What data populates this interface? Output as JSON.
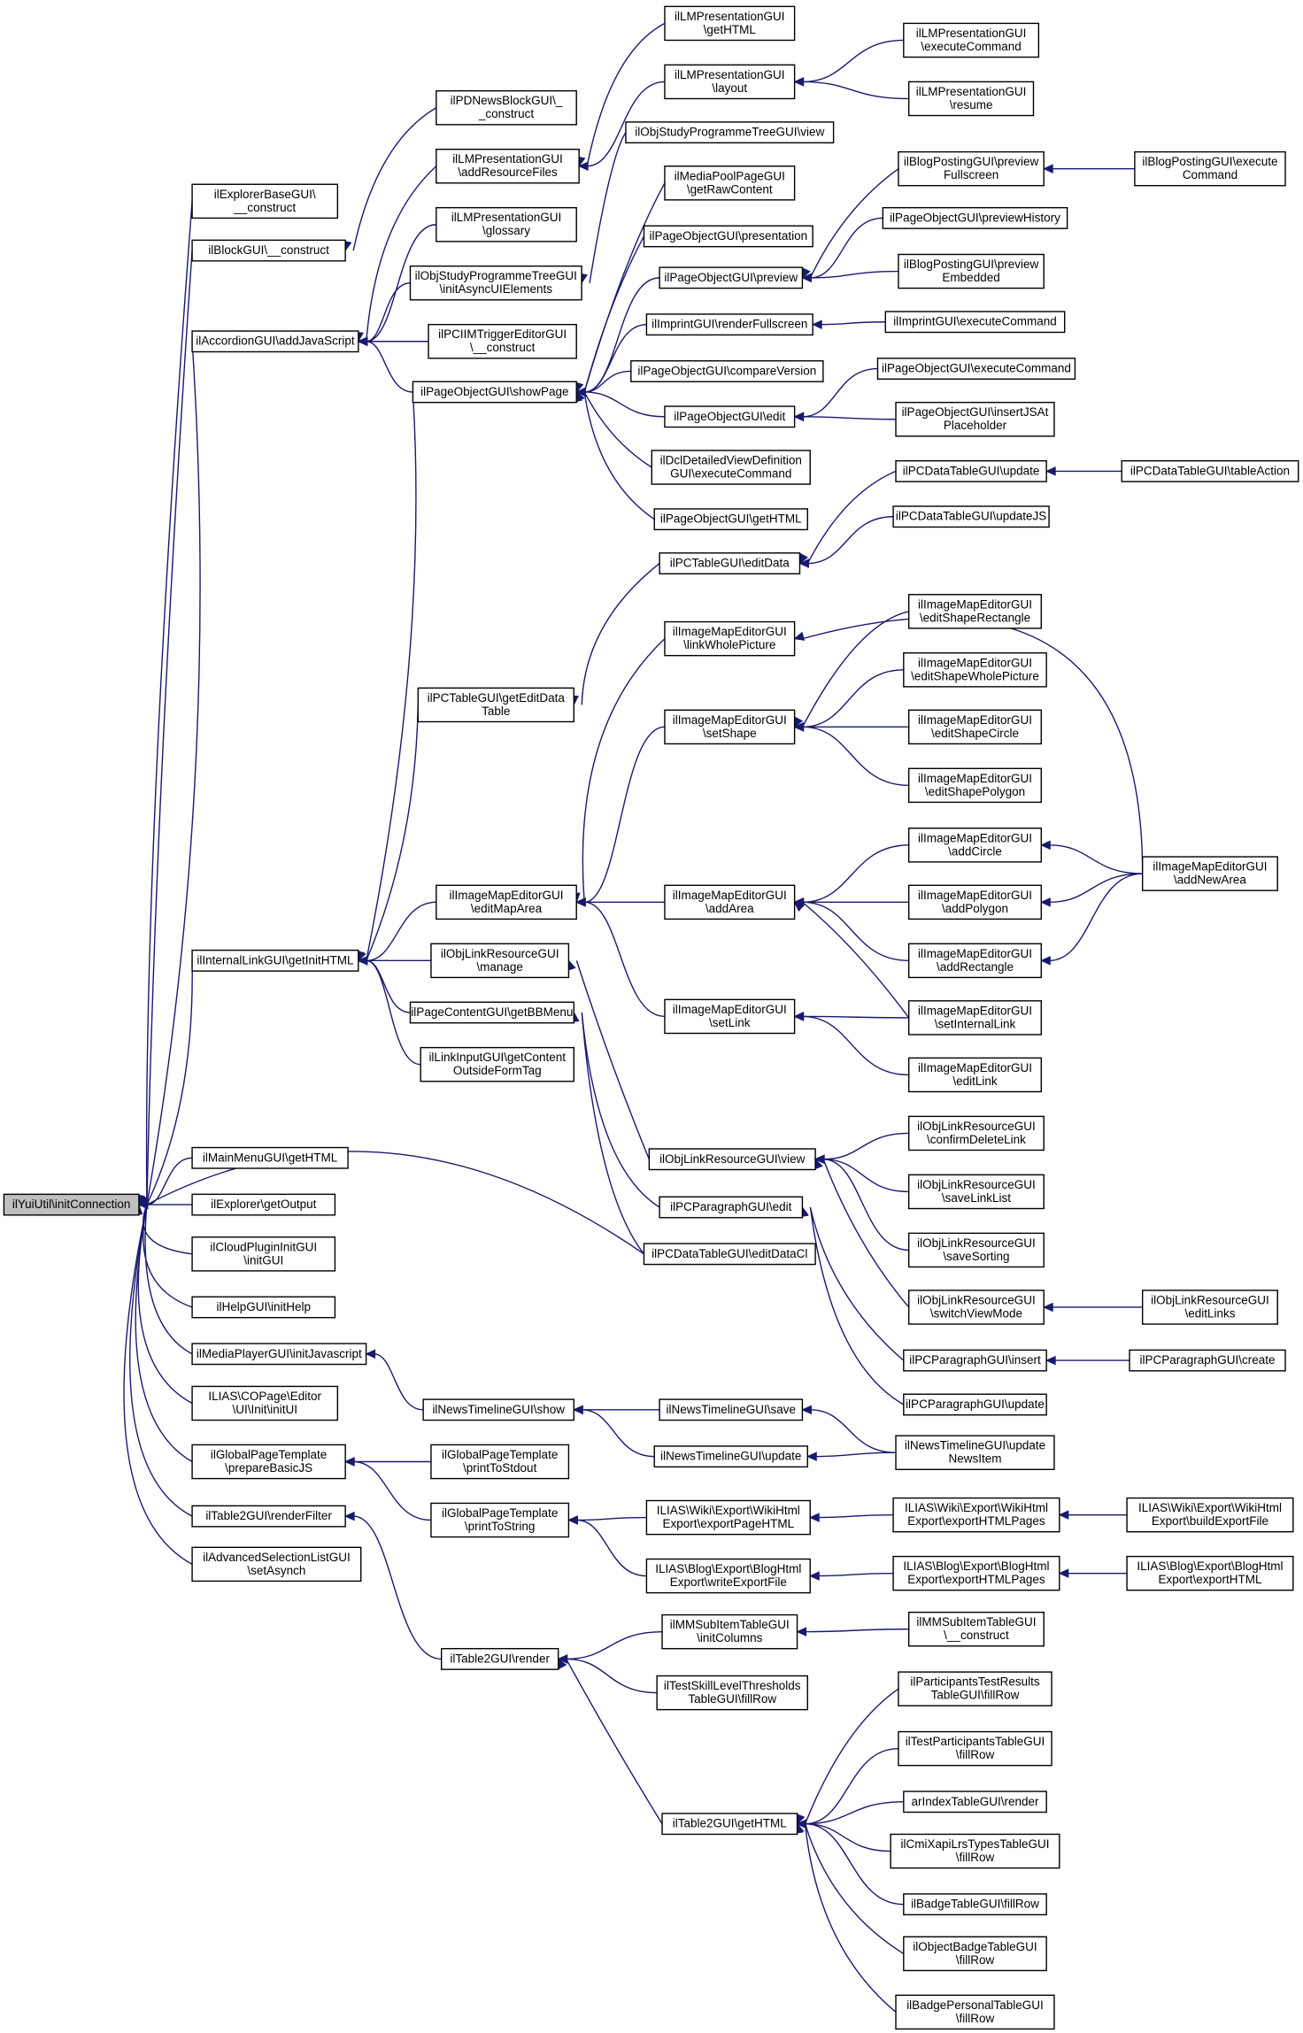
{
  "diagram": {
    "root": "n0",
    "nodes": [
      {
        "id": "n0",
        "lines": [
          "ilYuiUtil\\initConnection"
        ]
      },
      {
        "id": "n1",
        "lines": [
          "ilExplorerBaseGUI\\",
          "__construct"
        ]
      },
      {
        "id": "n2",
        "lines": [
          "ilBlockGUI\\__construct"
        ]
      },
      {
        "id": "n3",
        "lines": [
          "ilAccordionGUI\\addJavaScript"
        ]
      },
      {
        "id": "n4",
        "lines": [
          "ilInternalLinkGUI\\getInitHTML"
        ]
      },
      {
        "id": "n5",
        "lines": [
          "ilMainMenuGUI\\getHTML"
        ]
      },
      {
        "id": "n6",
        "lines": [
          "ilExplorer\\getOutput"
        ]
      },
      {
        "id": "n7",
        "lines": [
          "ilCloudPluginInitGUI",
          "\\initGUI"
        ]
      },
      {
        "id": "n8",
        "lines": [
          "ilHelpGUI\\initHelp"
        ]
      },
      {
        "id": "n9",
        "lines": [
          "ilMediaPlayerGUI\\initJavascript"
        ]
      },
      {
        "id": "n10",
        "lines": [
          "ILIAS\\COPage\\Editor",
          "\\UI\\Init\\initUI"
        ]
      },
      {
        "id": "n11",
        "lines": [
          "ilGlobalPageTemplate",
          "\\prepareBasicJS"
        ]
      },
      {
        "id": "n12",
        "lines": [
          "ilTable2GUI\\renderFilter"
        ]
      },
      {
        "id": "n13",
        "lines": [
          "ilAdvancedSelectionListGUI",
          "\\setAsynch"
        ]
      },
      {
        "id": "n14",
        "lines": [
          "ilPDNewsBlockGUI\\_",
          "_construct"
        ]
      },
      {
        "id": "n15",
        "lines": [
          "ilLMPresentationGUI",
          "\\addResourceFiles"
        ]
      },
      {
        "id": "n16",
        "lines": [
          "ilLMPresentationGUI",
          "\\glossary"
        ]
      },
      {
        "id": "n17",
        "lines": [
          "ilObjStudyProgrammeTreeGUI",
          "\\initAsyncUIElements"
        ]
      },
      {
        "id": "n18",
        "lines": [
          "ilPCIIMTriggerEditorGUI",
          "\\__construct"
        ]
      },
      {
        "id": "n19",
        "lines": [
          "ilPageObjectGUI\\showPage"
        ]
      },
      {
        "id": "n20",
        "lines": [
          "ilPCTableGUI\\getEditData",
          "Table"
        ]
      },
      {
        "id": "n21",
        "lines": [
          "ilImageMapEditorGUI",
          "\\editMapArea"
        ]
      },
      {
        "id": "n22",
        "lines": [
          "ilObjLinkResourceGUI",
          "\\manage"
        ]
      },
      {
        "id": "n23",
        "lines": [
          "ilPageContentGUI\\getBBMenu"
        ]
      },
      {
        "id": "n24",
        "lines": [
          "ilLinkInputGUI\\getContent",
          "OutsideFormTag"
        ]
      },
      {
        "id": "n25",
        "lines": [
          "ilNewsTimelineGUI\\show"
        ]
      },
      {
        "id": "n26",
        "lines": [
          "ilGlobalPageTemplate",
          "\\printToStdout"
        ]
      },
      {
        "id": "n27",
        "lines": [
          "ilGlobalPageTemplate",
          "\\printToString"
        ]
      },
      {
        "id": "n28",
        "lines": [
          "ilTable2GUI\\render"
        ]
      },
      {
        "id": "n29",
        "lines": [
          "ilLMPresentationGUI",
          "\\getHTML"
        ]
      },
      {
        "id": "n30",
        "lines": [
          "ilLMPresentationGUI",
          "\\layout"
        ]
      },
      {
        "id": "n31",
        "lines": [
          "ilObjStudyProgrammeTreeGUI\\view"
        ]
      },
      {
        "id": "n32",
        "lines": [
          "ilMediaPoolPageGUI",
          "\\getRawContent"
        ]
      },
      {
        "id": "n33",
        "lines": [
          "ilPageObjectGUI\\presentation"
        ]
      },
      {
        "id": "n34",
        "lines": [
          "ilPageObjectGUI\\preview"
        ]
      },
      {
        "id": "n35",
        "lines": [
          "ilImprintGUI\\renderFullscreen"
        ]
      },
      {
        "id": "n36",
        "lines": [
          "ilPageObjectGUI\\compareVersion"
        ]
      },
      {
        "id": "n37",
        "lines": [
          "ilPageObjectGUI\\edit"
        ]
      },
      {
        "id": "n38",
        "lines": [
          "ilDclDetailedViewDefinition",
          "GUI\\executeCommand"
        ]
      },
      {
        "id": "n39",
        "lines": [
          "ilPageObjectGUI\\getHTML"
        ]
      },
      {
        "id": "n40",
        "lines": [
          "ilPCTableGUI\\editData"
        ]
      },
      {
        "id": "n41",
        "lines": [
          "ilImageMapEditorGUI",
          "\\linkWholePicture"
        ]
      },
      {
        "id": "n42",
        "lines": [
          "ilImageMapEditorGUI",
          "\\setShape"
        ]
      },
      {
        "id": "n43",
        "lines": [
          "ilImageMapEditorGUI",
          "\\addArea"
        ]
      },
      {
        "id": "n44",
        "lines": [
          "ilImageMapEditorGUI",
          "\\setLink"
        ]
      },
      {
        "id": "n45",
        "lines": [
          "ilObjLinkResourceGUI\\view"
        ]
      },
      {
        "id": "n46",
        "lines": [
          "ilPCParagraphGUI\\edit"
        ]
      },
      {
        "id": "n47",
        "lines": [
          "ilPCDataTableGUI\\editDataCl"
        ]
      },
      {
        "id": "n48",
        "lines": [
          "ilNewsTimelineGUI\\save"
        ]
      },
      {
        "id": "n49",
        "lines": [
          "ilNewsTimelineGUI\\update"
        ]
      },
      {
        "id": "n50",
        "lines": [
          "ILIAS\\Wiki\\Export\\WikiHtml",
          "Export\\exportPageHTML"
        ]
      },
      {
        "id": "n51",
        "lines": [
          "ILIAS\\Blog\\Export\\BlogHtml",
          "Export\\writeExportFile"
        ]
      },
      {
        "id": "n52",
        "lines": [
          "ilMMSubItemTableGUI",
          "\\initColumns"
        ]
      },
      {
        "id": "n53",
        "lines": [
          "ilTestSkillLevelThresholds",
          "TableGUI\\fillRow"
        ]
      },
      {
        "id": "n54",
        "lines": [
          "ilTable2GUI\\getHTML"
        ]
      },
      {
        "id": "n55",
        "lines": [
          "ilLMPresentationGUI",
          "\\executeCommand"
        ]
      },
      {
        "id": "n56",
        "lines": [
          "ilLMPresentationGUI",
          "\\resume"
        ]
      },
      {
        "id": "n57",
        "lines": [
          "ilBlogPostingGUI\\preview",
          "Fullscreen"
        ]
      },
      {
        "id": "n58",
        "lines": [
          "ilPageObjectGUI\\previewHistory"
        ]
      },
      {
        "id": "n59",
        "lines": [
          "ilBlogPostingGUI\\preview",
          "Embedded"
        ]
      },
      {
        "id": "n60",
        "lines": [
          "ilImprintGUI\\executeCommand"
        ]
      },
      {
        "id": "n61",
        "lines": [
          "ilPageObjectGUI\\executeCommand"
        ]
      },
      {
        "id": "n62",
        "lines": [
          "ilPageObjectGUI\\insertJSAt",
          "Placeholder"
        ]
      },
      {
        "id": "n63",
        "lines": [
          "ilPCDataTableGUI\\update"
        ]
      },
      {
        "id": "n64",
        "lines": [
          "ilPCDataTableGUI\\updateJS"
        ]
      },
      {
        "id": "n65",
        "lines": [
          "ilImageMapEditorGUI",
          "\\editShapeRectangle"
        ]
      },
      {
        "id": "n66",
        "lines": [
          "ilImageMapEditorGUI",
          "\\editShapeWholePicture"
        ]
      },
      {
        "id": "n67",
        "lines": [
          "ilImageMapEditorGUI",
          "\\editShapeCircle"
        ]
      },
      {
        "id": "n68",
        "lines": [
          "ilImageMapEditorGUI",
          "\\editShapePolygon"
        ]
      },
      {
        "id": "n69",
        "lines": [
          "ilImageMapEditorGUI",
          "\\addCircle"
        ]
      },
      {
        "id": "n70",
        "lines": [
          "ilImageMapEditorGUI",
          "\\addPolygon"
        ]
      },
      {
        "id": "n71",
        "lines": [
          "ilImageMapEditorGUI",
          "\\addRectangle"
        ]
      },
      {
        "id": "n72",
        "lines": [
          "ilImageMapEditorGUI",
          "\\setInternalLink"
        ]
      },
      {
        "id": "n73",
        "lines": [
          "ilImageMapEditorGUI",
          "\\editLink"
        ]
      },
      {
        "id": "n74",
        "lines": [
          "ilObjLinkResourceGUI",
          "\\confirmDeleteLink"
        ]
      },
      {
        "id": "n75",
        "lines": [
          "ilObjLinkResourceGUI",
          "\\saveLinkList"
        ]
      },
      {
        "id": "n76",
        "lines": [
          "ilObjLinkResourceGUI",
          "\\saveSorting"
        ]
      },
      {
        "id": "n77",
        "lines": [
          "ilObjLinkResourceGUI",
          "\\switchViewMode"
        ]
      },
      {
        "id": "n78",
        "lines": [
          "ilPCParagraphGUI\\insert"
        ]
      },
      {
        "id": "n79",
        "lines": [
          "ilPCParagraphGUI\\update"
        ]
      },
      {
        "id": "n80",
        "lines": [
          "ilNewsTimelineGUI\\update",
          "NewsItem"
        ]
      },
      {
        "id": "n81",
        "lines": [
          "ILIAS\\Wiki\\Export\\WikiHtml",
          "Export\\exportHTMLPages"
        ]
      },
      {
        "id": "n82",
        "lines": [
          "ILIAS\\Blog\\Export\\BlogHtml",
          "Export\\exportHTMLPages"
        ]
      },
      {
        "id": "n83",
        "lines": [
          "ilMMSubItemTableGUI",
          "\\__construct"
        ]
      },
      {
        "id": "n84",
        "lines": [
          "ilParticipantsTestResults",
          "TableGUI\\fillRow"
        ]
      },
      {
        "id": "n85",
        "lines": [
          "ilTestParticipantsTableGUI",
          "\\fillRow"
        ]
      },
      {
        "id": "n86",
        "lines": [
          "arIndexTableGUI\\render"
        ]
      },
      {
        "id": "n87",
        "lines": [
          "ilCmiXapiLrsTypesTableGUI",
          "\\fillRow"
        ]
      },
      {
        "id": "n88",
        "lines": [
          "ilBadgeTableGUI\\fillRow"
        ]
      },
      {
        "id": "n89",
        "lines": [
          "ilObjectBadgeTableGUI",
          "\\fillRow"
        ]
      },
      {
        "id": "n90",
        "lines": [
          "ilBadgePersonalTableGUI",
          "\\fillRow"
        ]
      },
      {
        "id": "n91",
        "lines": [
          "ilBlogPostingGUI\\execute",
          "Command"
        ]
      },
      {
        "id": "n92",
        "lines": [
          "ilPCDataTableGUI\\tableAction"
        ]
      },
      {
        "id": "n93",
        "lines": [
          "ilImageMapEditorGUI",
          "\\addNewArea"
        ]
      },
      {
        "id": "n94",
        "lines": [
          "ilObjLinkResourceGUI",
          "\\editLinks"
        ]
      },
      {
        "id": "n95",
        "lines": [
          "ilPCParagraphGUI\\create"
        ]
      },
      {
        "id": "n96",
        "lines": [
          "ILIAS\\Wiki\\Export\\WikiHtml",
          "Export\\buildExportFile"
        ]
      },
      {
        "id": "n97",
        "lines": [
          "ILIAS\\Blog\\Export\\BlogHtml",
          "Export\\exportHTML"
        ]
      }
    ],
    "edges": [
      [
        "n1",
        "n0"
      ],
      [
        "n2",
        "n0"
      ],
      [
        "n3",
        "n0"
      ],
      [
        "n4",
        "n0"
      ],
      [
        "n5",
        "n0"
      ],
      [
        "n6",
        "n0"
      ],
      [
        "n7",
        "n0"
      ],
      [
        "n8",
        "n0"
      ],
      [
        "n9",
        "n0"
      ],
      [
        "n10",
        "n0"
      ],
      [
        "n11",
        "n0"
      ],
      [
        "n12",
        "n0"
      ],
      [
        "n13",
        "n0"
      ],
      [
        "n47",
        "n0"
      ],
      [
        "n14",
        "n2"
      ],
      [
        "n15",
        "n3"
      ],
      [
        "n16",
        "n3"
      ],
      [
        "n17",
        "n3"
      ],
      [
        "n18",
        "n3"
      ],
      [
        "n19",
        "n3"
      ],
      [
        "n19",
        "n4"
      ],
      [
        "n20",
        "n4"
      ],
      [
        "n21",
        "n4"
      ],
      [
        "n22",
        "n4"
      ],
      [
        "n23",
        "n4"
      ],
      [
        "n24",
        "n4"
      ],
      [
        "n25",
        "n9"
      ],
      [
        "n26",
        "n11"
      ],
      [
        "n27",
        "n11"
      ],
      [
        "n28",
        "n12"
      ],
      [
        "n29",
        "n15"
      ],
      [
        "n30",
        "n15"
      ],
      [
        "n31",
        "n17"
      ],
      [
        "n32",
        "n19"
      ],
      [
        "n33",
        "n19"
      ],
      [
        "n34",
        "n19"
      ],
      [
        "n35",
        "n19"
      ],
      [
        "n36",
        "n19"
      ],
      [
        "n37",
        "n19"
      ],
      [
        "n38",
        "n19"
      ],
      [
        "n39",
        "n19"
      ],
      [
        "n40",
        "n20"
      ],
      [
        "n41",
        "n21"
      ],
      [
        "n42",
        "n21"
      ],
      [
        "n43",
        "n21"
      ],
      [
        "n44",
        "n21"
      ],
      [
        "n45",
        "n22"
      ],
      [
        "n46",
        "n23"
      ],
      [
        "n47",
        "n23"
      ],
      [
        "n48",
        "n25"
      ],
      [
        "n49",
        "n25"
      ],
      [
        "n50",
        "n27"
      ],
      [
        "n51",
        "n27"
      ],
      [
        "n52",
        "n28"
      ],
      [
        "n53",
        "n28"
      ],
      [
        "n54",
        "n28"
      ],
      [
        "n55",
        "n30"
      ],
      [
        "n56",
        "n30"
      ],
      [
        "n57",
        "n34"
      ],
      [
        "n58",
        "n34"
      ],
      [
        "n59",
        "n34"
      ],
      [
        "n60",
        "n35"
      ],
      [
        "n61",
        "n37"
      ],
      [
        "n62",
        "n37"
      ],
      [
        "n63",
        "n40"
      ],
      [
        "n64",
        "n40"
      ],
      [
        "n93",
        "n41"
      ],
      [
        "n65",
        "n42"
      ],
      [
        "n66",
        "n42"
      ],
      [
        "n67",
        "n42"
      ],
      [
        "n68",
        "n42"
      ],
      [
        "n69",
        "n43"
      ],
      [
        "n70",
        "n43"
      ],
      [
        "n71",
        "n43"
      ],
      [
        "n72",
        "n43"
      ],
      [
        "n72",
        "n44"
      ],
      [
        "n73",
        "n44"
      ],
      [
        "n74",
        "n45"
      ],
      [
        "n75",
        "n45"
      ],
      [
        "n76",
        "n45"
      ],
      [
        "n77",
        "n45"
      ],
      [
        "n78",
        "n46"
      ],
      [
        "n79",
        "n46"
      ],
      [
        "n80",
        "n48"
      ],
      [
        "n80",
        "n49"
      ],
      [
        "n81",
        "n50"
      ],
      [
        "n82",
        "n51"
      ],
      [
        "n83",
        "n52"
      ],
      [
        "n84",
        "n54"
      ],
      [
        "n85",
        "n54"
      ],
      [
        "n86",
        "n54"
      ],
      [
        "n87",
        "n54"
      ],
      [
        "n88",
        "n54"
      ],
      [
        "n89",
        "n54"
      ],
      [
        "n90",
        "n54"
      ],
      [
        "n91",
        "n57"
      ],
      [
        "n92",
        "n63"
      ],
      [
        "n93",
        "n69"
      ],
      [
        "n93",
        "n70"
      ],
      [
        "n93",
        "n71"
      ],
      [
        "n94",
        "n77"
      ],
      [
        "n95",
        "n78"
      ],
      [
        "n96",
        "n81"
      ],
      [
        "n97",
        "n82"
      ]
    ]
  }
}
